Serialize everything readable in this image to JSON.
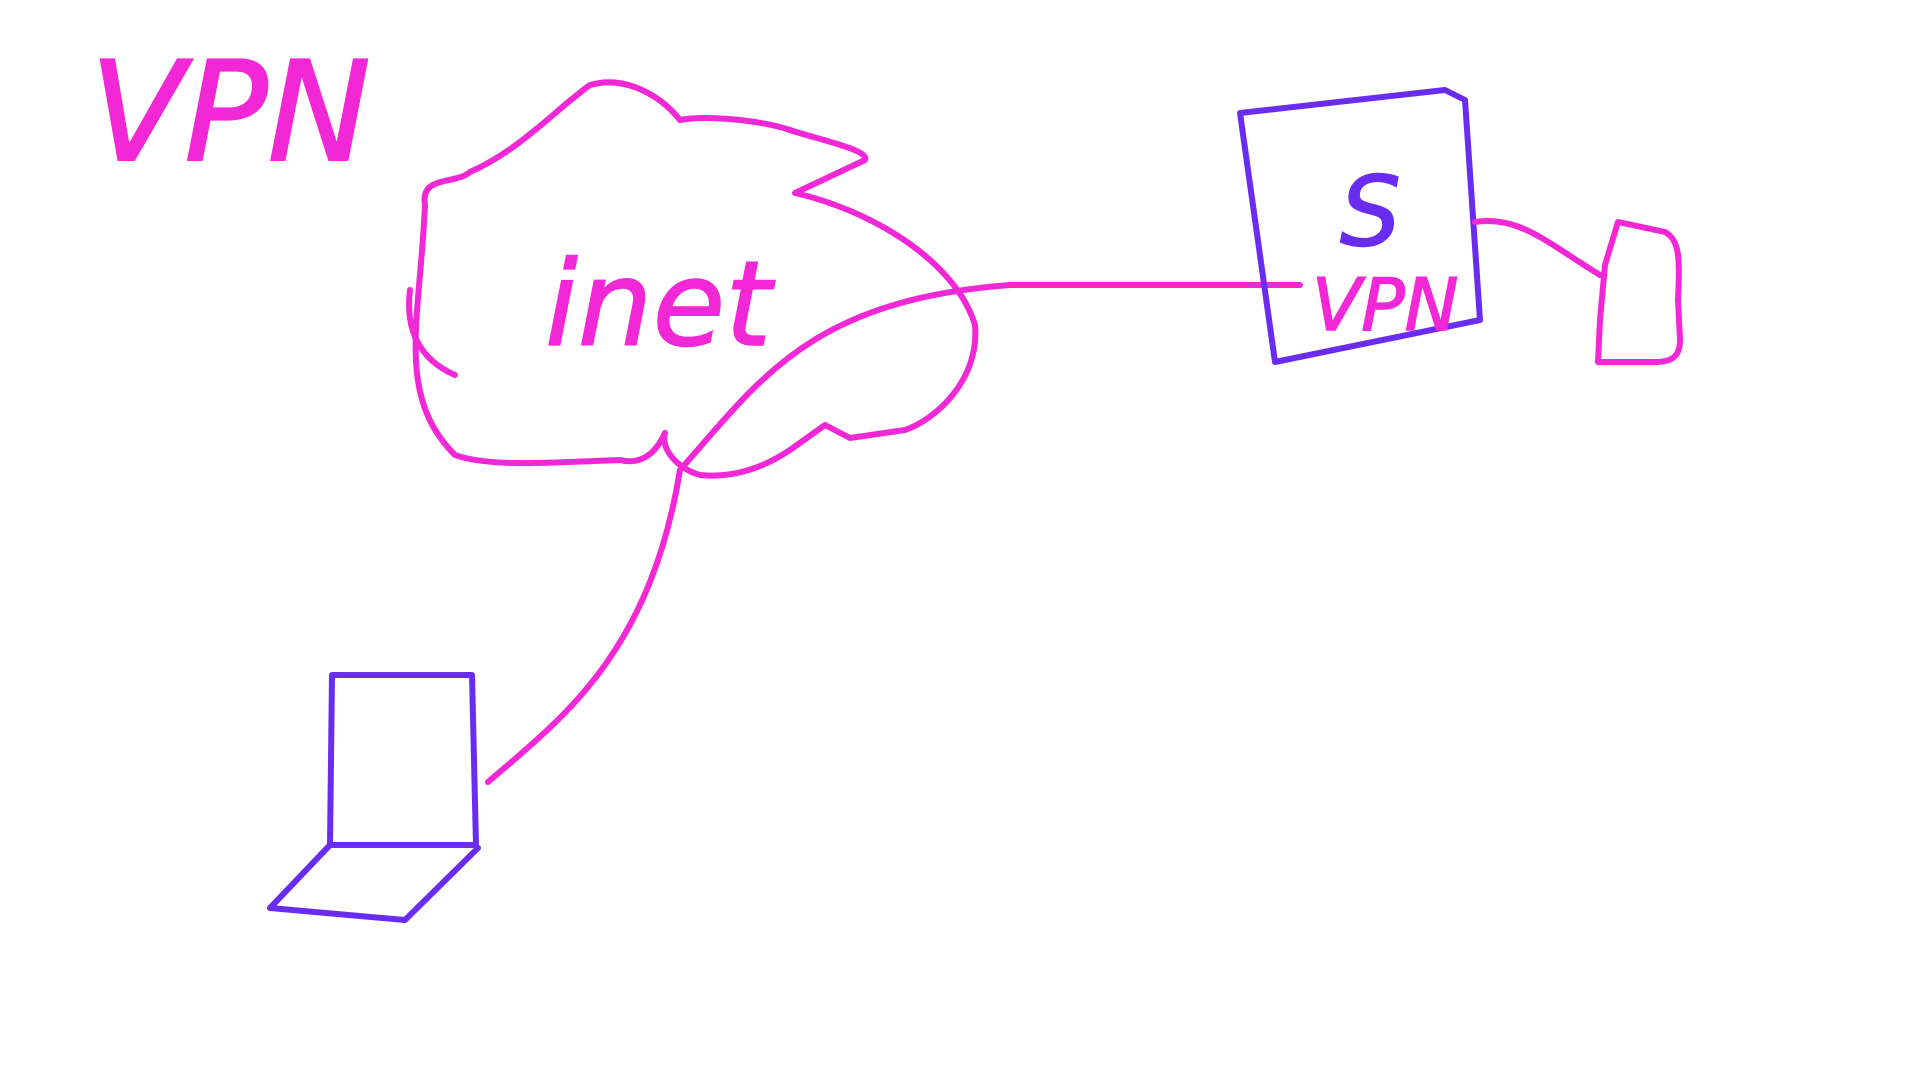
{
  "title": "VPN",
  "cloud_label": "inet",
  "server_letter": "S",
  "server_label": "VPN",
  "colors": {
    "pink": "#f227d6",
    "purple": "#6a2cf0",
    "background": "#ffffff"
  }
}
